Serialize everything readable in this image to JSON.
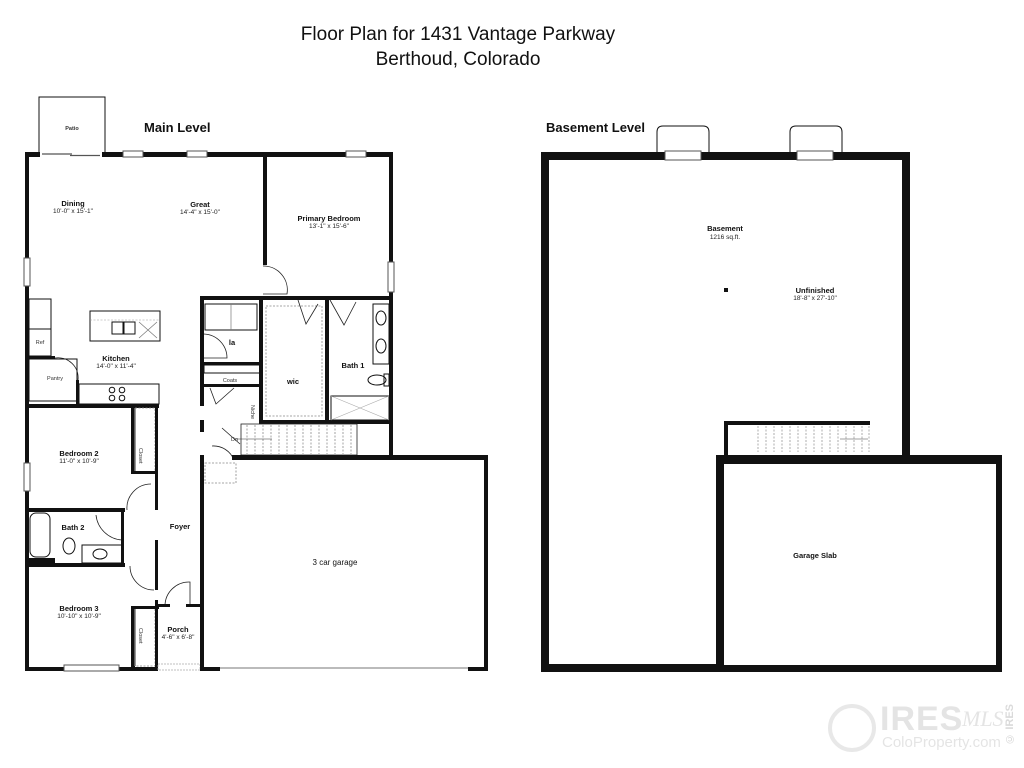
{
  "title": {
    "line1": "Floor  Plan for 1431 Vantage Parkway",
    "line2": "Berthoud, Colorado"
  },
  "main_level": {
    "label": "Main Level",
    "rooms": {
      "patio": {
        "name": "Patio"
      },
      "dining": {
        "name": "Dining",
        "dims": "10'-0\" x 15'-1\""
      },
      "great": {
        "name": "Great",
        "dims": "14'-4\" x 15'-0\""
      },
      "primary_bedroom": {
        "name": "Primary Bedroom",
        "dims": "13'-1\" x 15'-6\""
      },
      "kitchen": {
        "name": "Kitchen",
        "dims": "14'-0\" x 11'-4\""
      },
      "ref": {
        "name": "Ref"
      },
      "pantry": {
        "name": "Pantry"
      },
      "laundry": {
        "name": "la"
      },
      "coats": {
        "name": "Coats"
      },
      "niche": {
        "name": "Niche"
      },
      "wic": {
        "name": "wic"
      },
      "bath1": {
        "name": "Bath 1"
      },
      "stairs_dn": {
        "name": "Dn"
      },
      "bedroom2": {
        "name": "Bedroom 2",
        "dims": "11'-0\" x 10'-9\""
      },
      "closet2": {
        "name": "Closet"
      },
      "bath2": {
        "name": "Bath 2"
      },
      "foyer": {
        "name": "Foyer"
      },
      "bedroom3": {
        "name": "Bedroom 3",
        "dims": "10'-10\" x 10'-9\""
      },
      "closet3": {
        "name": "Closet"
      },
      "porch": {
        "name": "Porch",
        "dims": "4'-6\" x 6'-8\""
      },
      "garage": {
        "name": "3 car garage"
      }
    }
  },
  "basement_level": {
    "label": "Basement Level",
    "rooms": {
      "basement": {
        "name": "Basement",
        "area": "1216 sq.ft."
      },
      "unfinished": {
        "name": "Unfinished",
        "dims": "18'-8\" x 27'-10\""
      },
      "garage_slab": {
        "name": "Garage Slab"
      }
    }
  },
  "watermark": {
    "brand": "IRES",
    "suffix": "MLS",
    "site": "ColoProperty.com",
    "copyright": "© IRES"
  }
}
